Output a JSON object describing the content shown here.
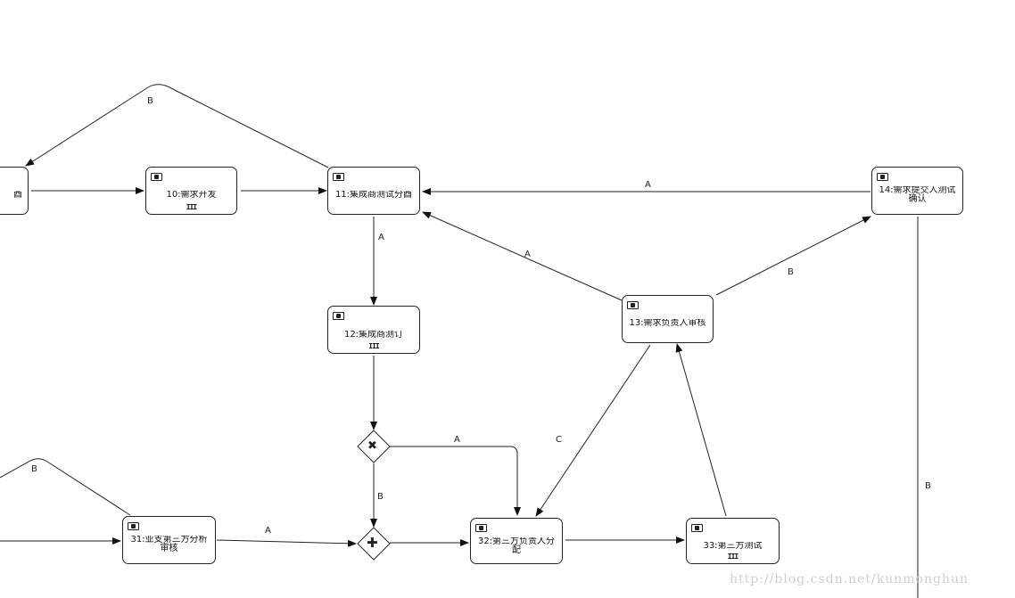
{
  "nodes": {
    "n9": {
      "label": "酉"
    },
    "n10": {
      "label": "10:需求开发",
      "multi": "III"
    },
    "n11": {
      "label": "11:集成商测试分酉"
    },
    "n12": {
      "label": "12:集成商测订",
      "multi": "III"
    },
    "n13": {
      "label": "13:需求负责人审核"
    },
    "n14": {
      "label": "14:需求提交人测试\n确认"
    },
    "n31": {
      "label": "31:业支第三方分析\n审核"
    },
    "n32": {
      "label": "32:第三方负责人分\n配"
    },
    "n33": {
      "label": "33:第三方测试",
      "multi": "III"
    }
  },
  "gateways": {
    "xor": {
      "symbol": "✖"
    },
    "and": {
      "symbol": "✚"
    }
  },
  "edge_labels": {
    "b_top": "B",
    "a_14_11": "A",
    "a_11_12": "A",
    "a_13_11": "A",
    "b_13_14": "B",
    "a_xor_32": "A",
    "c_13_32": "C",
    "b_xor_and": "B",
    "b_31_left": "B",
    "a_31_and": "A",
    "b_14_down": "B"
  },
  "watermark": "http://blog.csdn.net/kunmonghun"
}
